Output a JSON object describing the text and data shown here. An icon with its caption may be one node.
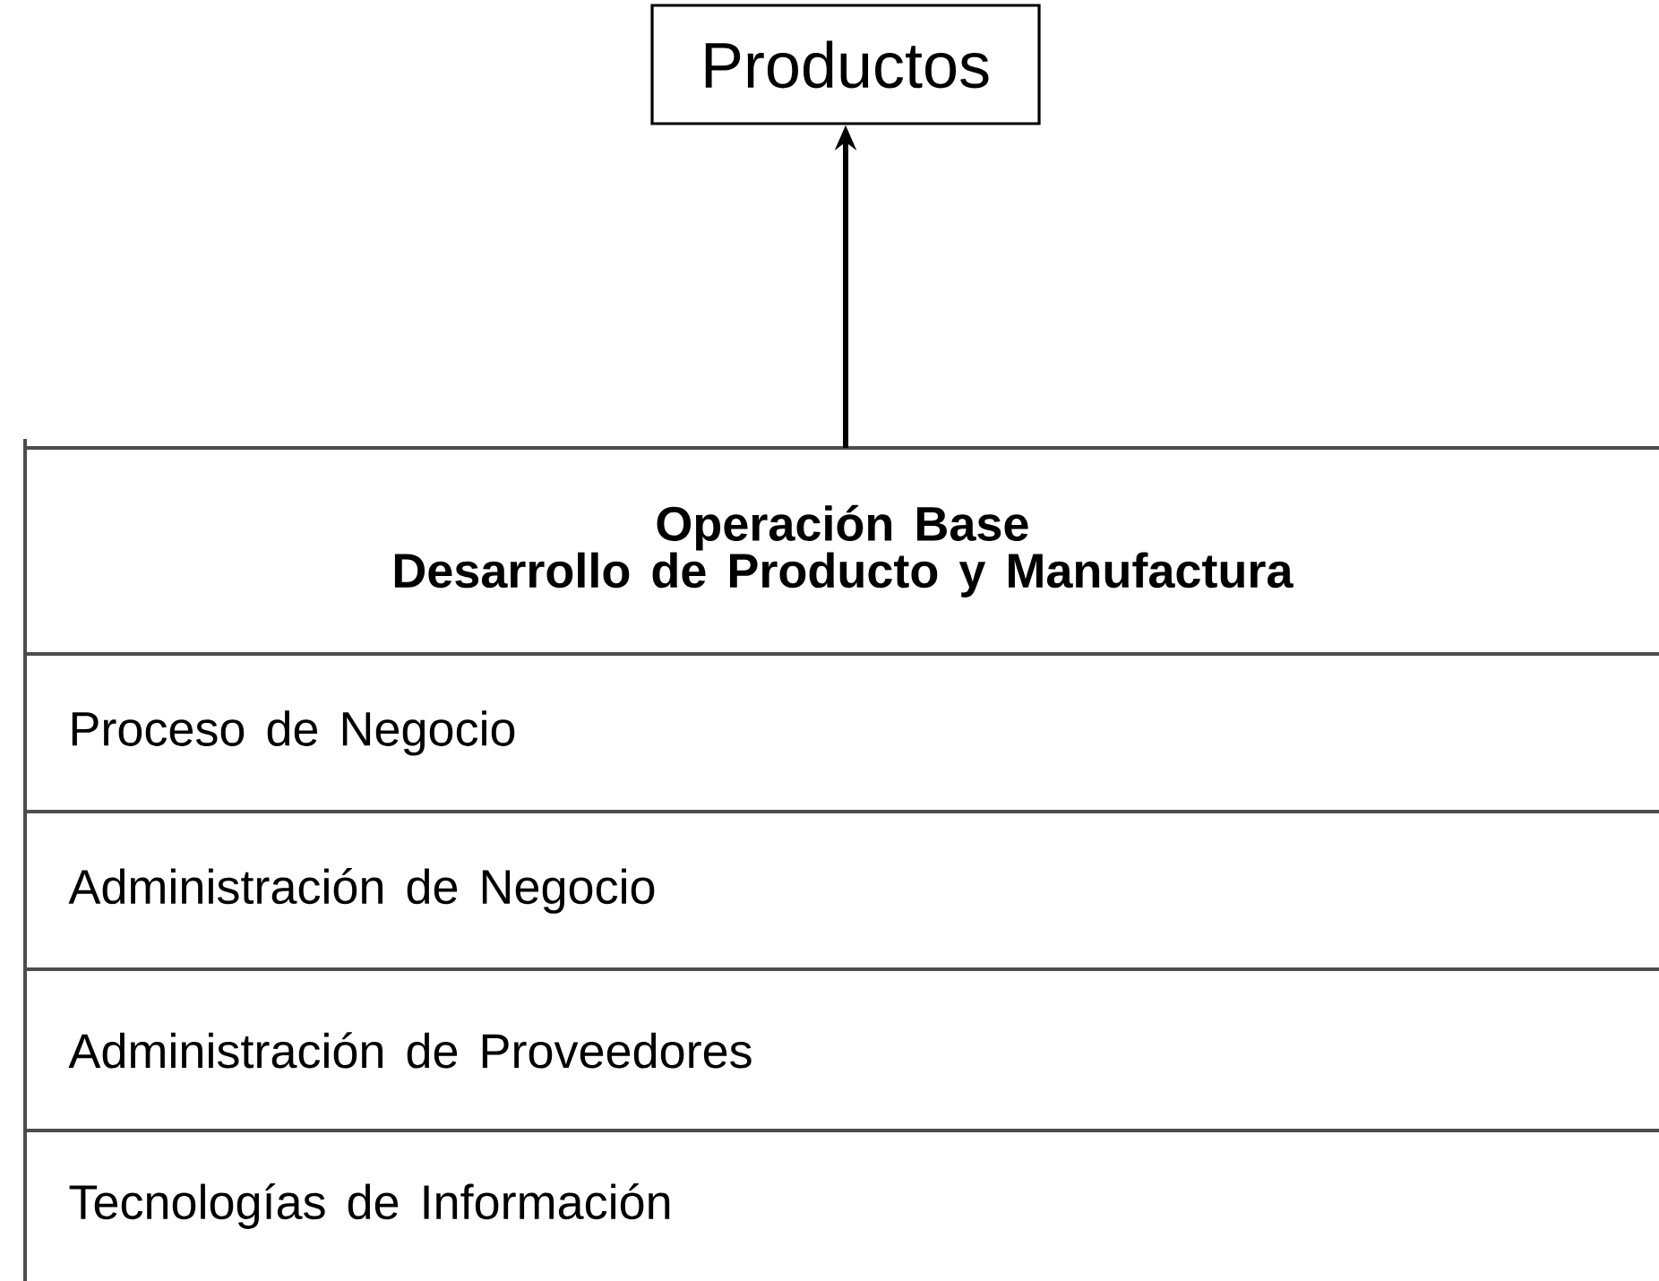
{
  "diagram": {
    "nodes": [
      {
        "text": [
          "Productos"
        ]
      },
      {
        "text": [
          "Operación Base",
          "Desarrollo de Producto y Manufactura"
        ]
      },
      {
        "text": [
          "Proceso de Negocio"
        ]
      },
      {
        "text": [
          "Administración de Negocio"
        ]
      },
      {
        "text": [
          "Administración de Proveedores"
        ]
      },
      {
        "text": [
          "Tecnologías de Información"
        ]
      }
    ],
    "edges": [
      {
        "from": 1,
        "to": 0,
        "arrow": "to"
      }
    ]
  }
}
